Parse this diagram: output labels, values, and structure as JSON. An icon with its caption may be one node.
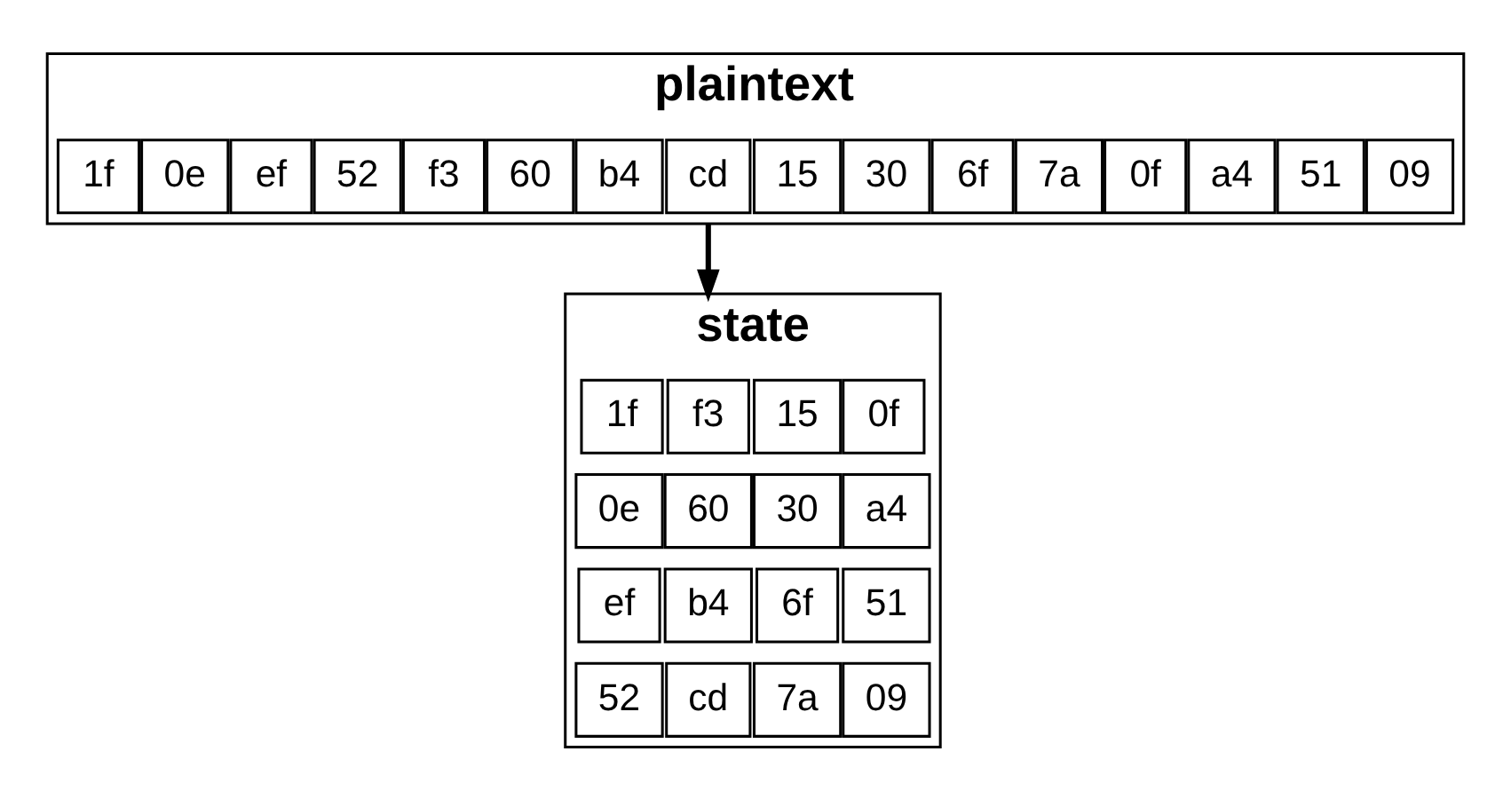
{
  "diagram": {
    "nodes": [
      {
        "text": [
          "plaintext"
        ]
      },
      {
        "text": [
          "1f"
        ],
        "in": 0
      },
      {
        "text": [
          "0e"
        ],
        "in": 0
      },
      {
        "text": [
          "ef"
        ],
        "in": 0
      },
      {
        "text": [
          "52"
        ],
        "in": 0
      },
      {
        "text": [
          "f3"
        ],
        "in": 0
      },
      {
        "text": [
          "60"
        ],
        "in": 0
      },
      {
        "text": [
          "b4"
        ],
        "in": 0
      },
      {
        "text": [
          "cd"
        ],
        "in": 0
      },
      {
        "text": [
          "15"
        ],
        "in": 0
      },
      {
        "text": [
          "30"
        ],
        "in": 0
      },
      {
        "text": [
          "6f"
        ],
        "in": 0
      },
      {
        "text": [
          "7a"
        ],
        "in": 0
      },
      {
        "text": [
          "0f"
        ],
        "in": 0
      },
      {
        "text": [
          "a4"
        ],
        "in": 0
      },
      {
        "text": [
          "51"
        ],
        "in": 0
      },
      {
        "text": [
          "09"
        ],
        "in": 0
      },
      {
        "text": [
          "state"
        ]
      },
      {
        "text": [
          "1f"
        ],
        "in": 17
      },
      {
        "text": [
          "f3"
        ],
        "in": 17
      },
      {
        "text": [
          "15"
        ],
        "in": 17
      },
      {
        "text": [
          "0f"
        ],
        "in": 17
      },
      {
        "text": [
          "0e"
        ],
        "in": 17
      },
      {
        "text": [
          "60"
        ],
        "in": 17
      },
      {
        "text": [
          "30"
        ],
        "in": 17
      },
      {
        "text": [
          "a4"
        ],
        "in": 17
      },
      {
        "text": [
          "ef"
        ],
        "in": 17
      },
      {
        "text": [
          "b4"
        ],
        "in": 17
      },
      {
        "text": [
          "6f"
        ],
        "in": 17
      },
      {
        "text": [
          "51"
        ],
        "in": 17
      },
      {
        "text": [
          "52"
        ],
        "in": 17
      },
      {
        "text": [
          "cd"
        ],
        "in": 17
      },
      {
        "text": [
          "7a"
        ],
        "in": 17
      },
      {
        "text": [
          "09"
        ],
        "in": 17
      }
    ],
    "edges": [
      {
        "from": 0,
        "to": 17,
        "arrow": "to"
      }
    ]
  }
}
